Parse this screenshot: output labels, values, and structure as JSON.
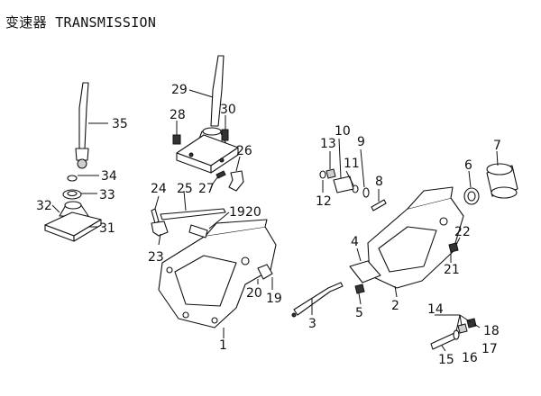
{
  "title": "变速器 TRANSMISSION",
  "callouts": [
    {
      "id": "1",
      "text": "1"
    },
    {
      "id": "2",
      "text": "2"
    },
    {
      "id": "3",
      "text": "3"
    },
    {
      "id": "4",
      "text": "4"
    },
    {
      "id": "5",
      "text": "5"
    },
    {
      "id": "6",
      "text": "6"
    },
    {
      "id": "7",
      "text": "7"
    },
    {
      "id": "8",
      "text": "8"
    },
    {
      "id": "9",
      "text": "9"
    },
    {
      "id": "10",
      "text": "10"
    },
    {
      "id": "11",
      "text": "11"
    },
    {
      "id": "12",
      "text": "12"
    },
    {
      "id": "13",
      "text": "13"
    },
    {
      "id": "14",
      "text": "14"
    },
    {
      "id": "15",
      "text": "15"
    },
    {
      "id": "16",
      "text": "16"
    },
    {
      "id": "17",
      "text": "17"
    },
    {
      "id": "18",
      "text": "18"
    },
    {
      "id": "19a",
      "text": "19"
    },
    {
      "id": "19b",
      "text": "19"
    },
    {
      "id": "20a",
      "text": "20"
    },
    {
      "id": "20b",
      "text": "20"
    },
    {
      "id": "21",
      "text": "21"
    },
    {
      "id": "22",
      "text": "22"
    },
    {
      "id": "23",
      "text": "23"
    },
    {
      "id": "24",
      "text": "24"
    },
    {
      "id": "25",
      "text": "25"
    },
    {
      "id": "26",
      "text": "26"
    },
    {
      "id": "27",
      "text": "27"
    },
    {
      "id": "28",
      "text": "28"
    },
    {
      "id": "29",
      "text": "29"
    },
    {
      "id": "30",
      "text": "30"
    },
    {
      "id": "31",
      "text": "31"
    },
    {
      "id": "32",
      "text": "32"
    },
    {
      "id": "33",
      "text": "33"
    },
    {
      "id": "34",
      "text": "34"
    },
    {
      "id": "35",
      "text": "35"
    }
  ]
}
